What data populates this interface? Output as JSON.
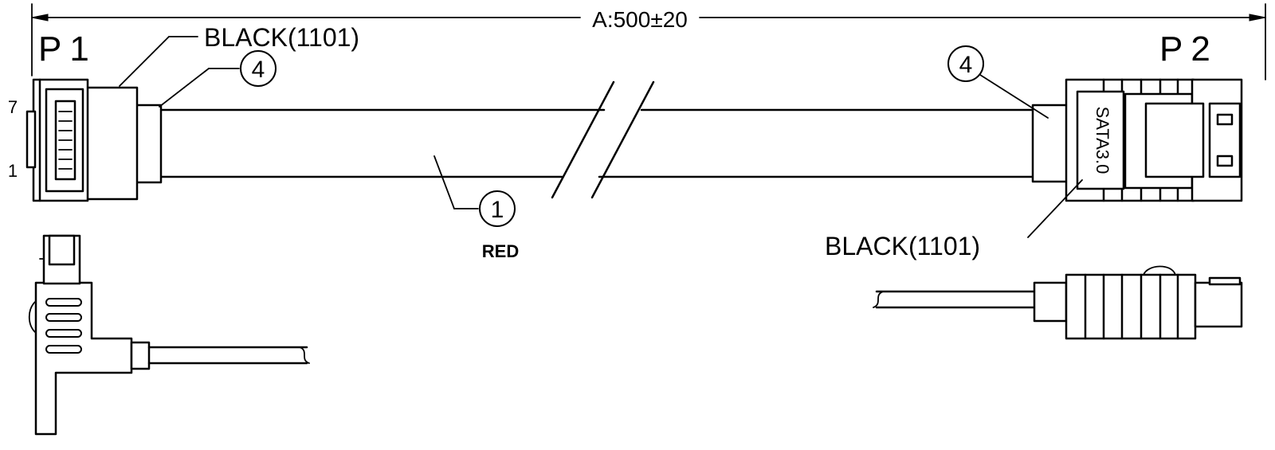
{
  "dimension": {
    "length_label": "A:500±20"
  },
  "ends": {
    "p1_label": "P1",
    "p2_label": "P2"
  },
  "callouts": {
    "jacket_p1": "BLACK(1101)",
    "jacket_p2": "BLACK(1101)",
    "item_4": "4",
    "item_1": "1",
    "wire_color": "RED"
  },
  "connector": {
    "p2_marking": "SATA3.0",
    "pin_first": "1",
    "pin_last": "7"
  }
}
